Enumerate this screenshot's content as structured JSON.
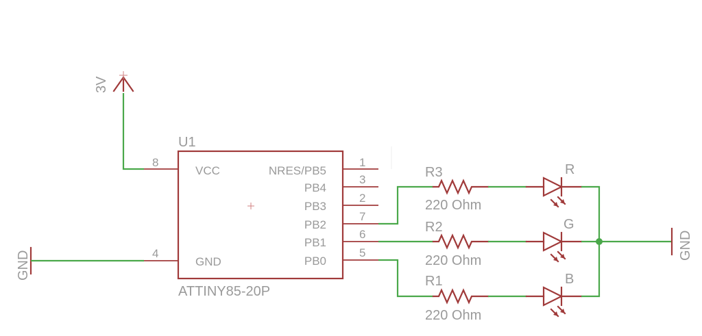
{
  "colors": {
    "symbol": "#a03a3a",
    "wire": "#4aa84a",
    "text": "#9a9a9a",
    "background": "#ffffff"
  },
  "supply": {
    "label": "3V"
  },
  "gnd_left": {
    "label": "GND"
  },
  "gnd_right": {
    "label": "GND"
  },
  "ic": {
    "ref": "U1",
    "part": "ATTINY85-20P",
    "pins": {
      "vcc": {
        "name": "VCC",
        "num": "8"
      },
      "gnd": {
        "name": "GND",
        "num": "4"
      },
      "pb5": {
        "name": "NRES/PB5",
        "num": "1"
      },
      "pb4": {
        "name": "PB4",
        "num": "3"
      },
      "pb3": {
        "name": "PB3",
        "num": "2"
      },
      "pb2": {
        "name": "PB2",
        "num": "7"
      },
      "pb1": {
        "name": "PB1",
        "num": "6"
      },
      "pb0": {
        "name": "PB0",
        "num": "5"
      }
    }
  },
  "resistors": {
    "r3": {
      "ref": "R3",
      "value": "220 Ohm"
    },
    "r2": {
      "ref": "R2",
      "value": "220 Ohm"
    },
    "r1": {
      "ref": "R1",
      "value": "220 Ohm"
    }
  },
  "leds": {
    "red": {
      "label": "R"
    },
    "green": {
      "label": "G"
    },
    "blue": {
      "label": "B"
    }
  }
}
